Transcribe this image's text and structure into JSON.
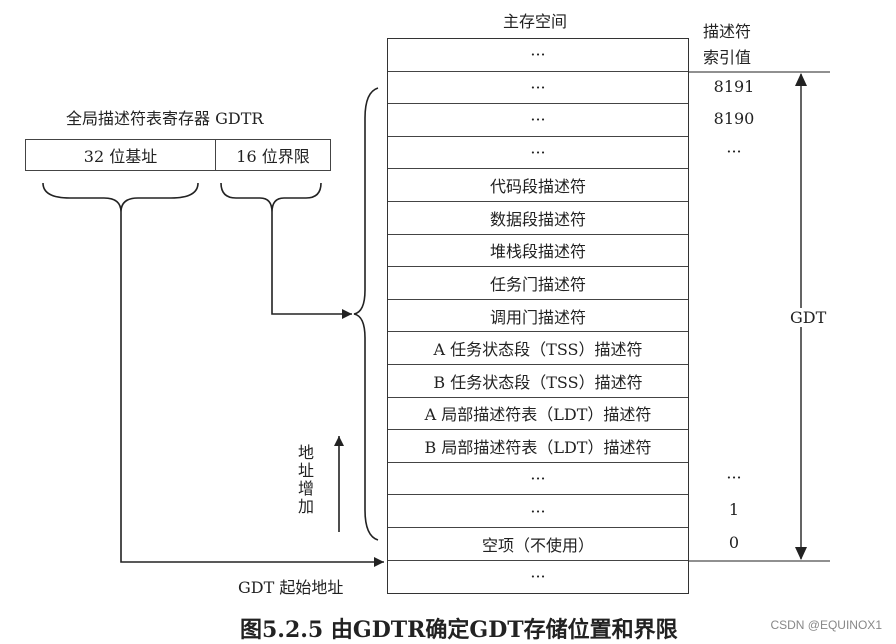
{
  "header": {
    "memory_title": "主存空间",
    "index_title_line1": "描述符",
    "index_title_line2": "索引值"
  },
  "register": {
    "title": "全局描述符表寄存器 GDTR",
    "base_field": "32 位基址",
    "limit_field": "16 位界限"
  },
  "memory_rows": [
    {
      "label": "···",
      "index": ""
    },
    {
      "label": "···",
      "index": "8191"
    },
    {
      "label": "···",
      "index": "8190"
    },
    {
      "label": "···",
      "index": "···"
    },
    {
      "label": "代码段描述符",
      "index": ""
    },
    {
      "label": "数据段描述符",
      "index": ""
    },
    {
      "label": "堆栈段描述符",
      "index": ""
    },
    {
      "label": "任务门描述符",
      "index": ""
    },
    {
      "label": "调用门描述符",
      "index": ""
    },
    {
      "label": "A 任务状态段（TSS）描述符",
      "index": ""
    },
    {
      "label": "B 任务状态段（TSS）描述符",
      "index": ""
    },
    {
      "label": "A 局部描述符表（LDT）描述符",
      "index": ""
    },
    {
      "label": "B 局部描述符表（LDT）描述符",
      "index": ""
    },
    {
      "label": "···",
      "index": "···"
    },
    {
      "label": "···",
      "index": "1"
    },
    {
      "label": "空项（不使用）",
      "index": "0"
    },
    {
      "label": "···",
      "index": ""
    }
  ],
  "labels": {
    "gdt": "GDT",
    "address_increase": "地址增加",
    "gdt_start": "GDT 起始地址"
  },
  "caption": "图5.2.5  由GDTR确定GDT存储位置和界限",
  "watermark": "CSDN @EQUINOX1"
}
